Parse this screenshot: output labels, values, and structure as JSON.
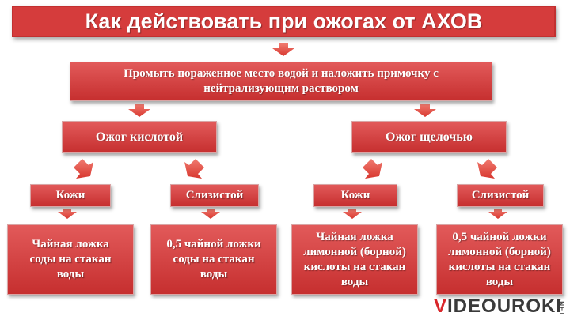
{
  "title": "Как действовать при ожогах от АХОВ",
  "first_step": "Промыть пораженное место водой и наложить примочку с нейтрализующим раствором",
  "branches": [
    {
      "label": "Ожог кислотой",
      "subs": [
        {
          "label": "Кожи",
          "recommendation": [
            "Чайная ложка",
            "соды на стакан",
            "воды"
          ]
        },
        {
          "label": "Слизистой",
          "recommendation": [
            "0,5 чайной ложки",
            "соды на стакан",
            "воды"
          ]
        }
      ]
    },
    {
      "label": "Ожог щелочью",
      "subs": [
        {
          "label": "Кожи",
          "recommendation": [
            "Чайная ложка",
            "лимонной (борной)",
            "кислоты на стакан",
            "воды"
          ]
        },
        {
          "label": "Слизистой",
          "recommendation": [
            "0,5 чайной ложки",
            "лимонной (борной)",
            "кислоты на стакан",
            "воды"
          ]
        }
      ]
    }
  ],
  "logo": {
    "v": "V",
    "rest": "IDEOUROKI",
    "suffix": ".NET"
  },
  "colors": {
    "box": "#d53c3c",
    "arrow": "#e8574f",
    "logo_accent": "#d9262a"
  }
}
